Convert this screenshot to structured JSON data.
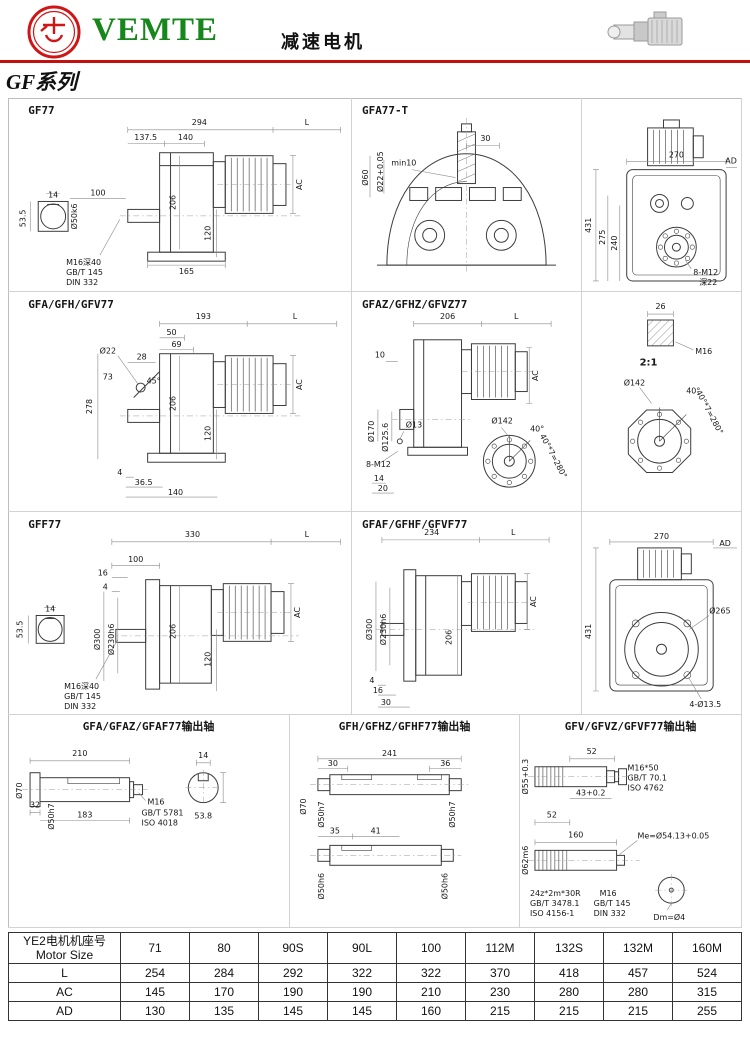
{
  "header": {
    "brand": "VEMTE",
    "title": "减速电机"
  },
  "series": "GF系列",
  "panels": {
    "gf77": {
      "title": "GF77",
      "labels": [
        "294",
        "L",
        "137.5",
        "140",
        "AC",
        "14",
        "53.5",
        "Ø50k6",
        "100",
        "206",
        "120",
        "165",
        "M16深40",
        "GB/T 145",
        "DIN 332"
      ]
    },
    "gfa77t": {
      "title": "GFA77-T",
      "labels": [
        "Ø60",
        "Ø22+0.05",
        "min10",
        "30"
      ]
    },
    "side_top": {
      "labels": [
        "270",
        "AD",
        "431",
        "275",
        "240",
        "8-M12",
        "深22"
      ]
    },
    "gfa77": {
      "title": "GFA/GFH/GFV77",
      "labels": [
        "193",
        "L",
        "50",
        "69",
        "28",
        "Ø22",
        "73",
        "45°",
        "278",
        "206",
        "120",
        "AC",
        "4",
        "36.5",
        "140"
      ]
    },
    "gfaz77": {
      "title": "GFAZ/GFHZ/GFVZ77",
      "labels": [
        "206",
        "L",
        "10",
        "AC",
        "Ø170",
        "Ø125.6",
        "Ø13",
        "8-M12",
        "14",
        "20",
        "Ø142",
        "40°",
        "40°*7=280°"
      ]
    },
    "flange_detail": {
      "labels": [
        "26",
        "2:1",
        "M16",
        "Ø142",
        "40°",
        "40°*7=280°"
      ]
    },
    "gff77": {
      "title": "GFF77",
      "labels": [
        "330",
        "L",
        "100",
        "16",
        "4",
        "AC",
        "14",
        "53.5",
        "Ø300",
        "Ø230h6",
        "206",
        "120",
        "M16深40",
        "GB/T 145",
        "DIN 332"
      ]
    },
    "gfaf77": {
      "title": "GFAF/GFHF/GFVF77",
      "labels": [
        "234",
        "L",
        "AC",
        "Ø300",
        "Ø230h6",
        "206",
        "4",
        "16",
        "30"
      ]
    },
    "side_bottom": {
      "labels": [
        "270",
        "AD",
        "431",
        "Ø265",
        "4-Ø13.5"
      ]
    },
    "shaft_a": {
      "title": "GFA/GFAZ/GFAF77输出轴",
      "labels": [
        "210",
        "14",
        "32",
        "183",
        "Ø70",
        "Ø50h7",
        "M16",
        "GB/T 5781",
        "ISO 4018",
        "53.8"
      ]
    },
    "shaft_h": {
      "title": "GFH/GFHZ/GFHF77输出轴",
      "labels": [
        "241",
        "30",
        "36",
        "Ø70",
        "Ø50h7",
        "Ø50h7",
        "35",
        "41",
        "Ø50h6",
        "Ø50h6"
      ]
    },
    "shaft_v": {
      "title": "GFV/GFVZ/GFVF77输出轴",
      "labels": [
        "52",
        "Ø55+0.3",
        "M16*50",
        "GB/T 70.1",
        "ISO 4762",
        "43+0.2",
        "52",
        "Ø62m6",
        "160",
        "Me=Ø54.13+0.05",
        "24z*2m*30R",
        "GB/T 3478.1",
        "ISO 4156-1",
        "M16",
        "GB/T 145",
        "DIN 332",
        "Dm=Ø4"
      ]
    }
  },
  "table": {
    "row_header": [
      "YE2电机机座号",
      "Motor Size"
    ],
    "columns": [
      "71",
      "80",
      "90S",
      "90L",
      "100",
      "112M",
      "132S",
      "132M",
      "160M"
    ],
    "rows": [
      {
        "label": "L",
        "values": [
          "254",
          "284",
          "292",
          "322",
          "322",
          "370",
          "418",
          "457",
          "524"
        ]
      },
      {
        "label": "AC",
        "values": [
          "145",
          "170",
          "190",
          "190",
          "210",
          "230",
          "280",
          "280",
          "315"
        ]
      },
      {
        "label": "AD",
        "values": [
          "130",
          "135",
          "145",
          "145",
          "160",
          "215",
          "215",
          "215",
          "255"
        ]
      }
    ]
  }
}
